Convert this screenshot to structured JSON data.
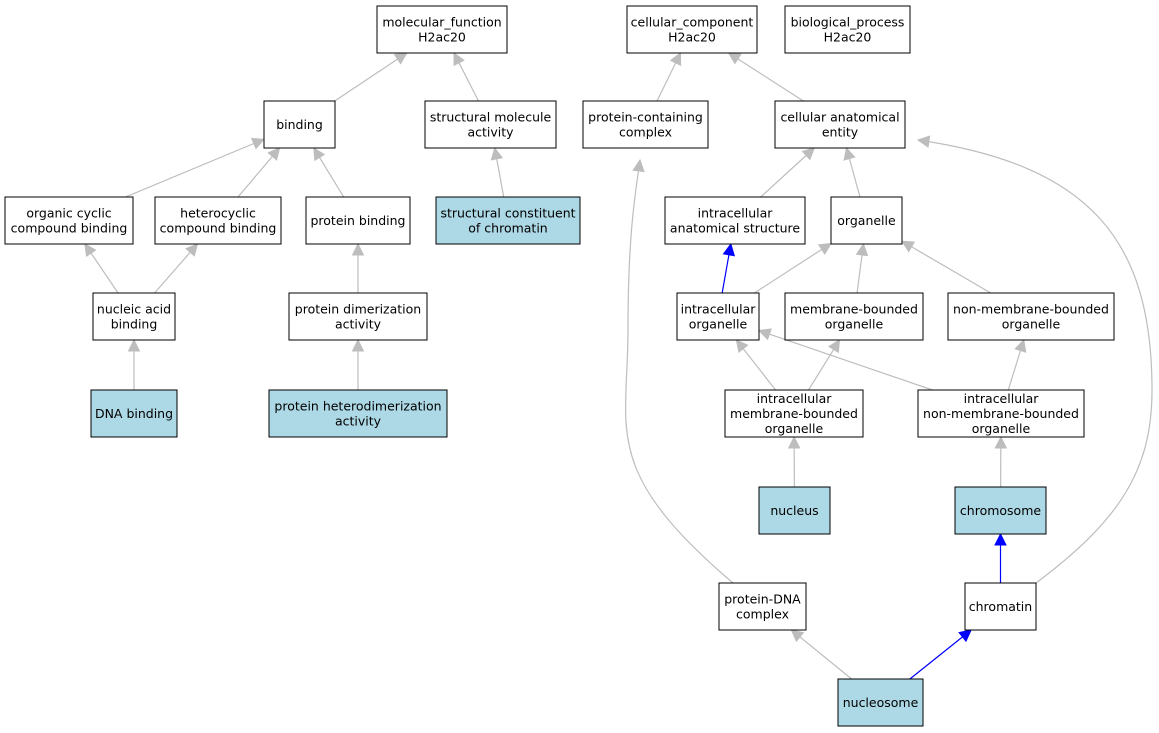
{
  "colors": {
    "background": "#ffffff",
    "node_fill": "#ffffff",
    "highlight_fill": "#add8e6",
    "edge_gray": "#bdbdbd",
    "edge_blue": "#0000ff",
    "border": "#000000"
  },
  "nodes": {
    "molecular_function": {
      "lines": [
        "molecular_function",
        "H2ac20"
      ],
      "highlight": false
    },
    "cellular_component": {
      "lines": [
        "cellular_component",
        "H2ac20"
      ],
      "highlight": false
    },
    "biological_process": {
      "lines": [
        "biological_process",
        "H2ac20"
      ],
      "highlight": false
    },
    "binding": {
      "lines": [
        "binding"
      ],
      "highlight": false
    },
    "structural_molecule_activity": {
      "lines": [
        "structural molecule",
        "activity"
      ],
      "highlight": false
    },
    "protein_containing_complex": {
      "lines": [
        "protein-containing",
        "complex"
      ],
      "highlight": false
    },
    "cellular_anatomical_entity": {
      "lines": [
        "cellular anatomical",
        "entity"
      ],
      "highlight": false
    },
    "organic_cyclic_compound_binding": {
      "lines": [
        "organic cyclic",
        "compound binding"
      ],
      "highlight": false
    },
    "heterocyclic_compound_binding": {
      "lines": [
        "heterocyclic",
        "compound binding"
      ],
      "highlight": false
    },
    "protein_binding": {
      "lines": [
        "protein binding"
      ],
      "highlight": false
    },
    "structural_constituent_of_chromatin": {
      "lines": [
        "structural constituent",
        "of chromatin"
      ],
      "highlight": true
    },
    "intracellular_anatomical_structure": {
      "lines": [
        "intracellular",
        "anatomical structure"
      ],
      "highlight": false
    },
    "organelle": {
      "lines": [
        "organelle"
      ],
      "highlight": false
    },
    "nucleic_acid_binding": {
      "lines": [
        "nucleic acid",
        "binding"
      ],
      "highlight": false
    },
    "protein_dimerization_activity": {
      "lines": [
        "protein dimerization",
        "activity"
      ],
      "highlight": false
    },
    "intracellular_organelle": {
      "lines": [
        "intracellular",
        "organelle"
      ],
      "highlight": false
    },
    "membrane_bounded_organelle": {
      "lines": [
        "membrane-bounded",
        "organelle"
      ],
      "highlight": false
    },
    "non_membrane_bounded_organelle": {
      "lines": [
        "non-membrane-bounded",
        "organelle"
      ],
      "highlight": false
    },
    "dna_binding": {
      "lines": [
        "DNA binding"
      ],
      "highlight": true
    },
    "protein_heterodimerization_activity": {
      "lines": [
        "protein heterodimerization",
        "activity"
      ],
      "highlight": true
    },
    "intracellular_membrane_bounded_organelle": {
      "lines": [
        "intracellular",
        "membrane-bounded",
        "organelle"
      ],
      "highlight": false
    },
    "intracellular_non_membrane_bounded_organelle": {
      "lines": [
        "intracellular",
        "non-membrane-bounded",
        "organelle"
      ],
      "highlight": false
    },
    "nucleus": {
      "lines": [
        "nucleus"
      ],
      "highlight": true
    },
    "chromosome": {
      "lines": [
        "chromosome"
      ],
      "highlight": true
    },
    "protein_dna_complex": {
      "lines": [
        "protein-DNA",
        "complex"
      ],
      "highlight": false
    },
    "chromatin": {
      "lines": [
        "chromatin"
      ],
      "highlight": false
    },
    "nucleosome": {
      "lines": [
        "nucleosome"
      ],
      "highlight": true
    }
  },
  "edges": [
    {
      "from": "binding",
      "to": "molecular_function",
      "color": "gray"
    },
    {
      "from": "structural_molecule_activity",
      "to": "molecular_function",
      "color": "gray"
    },
    {
      "from": "protein_containing_complex",
      "to": "cellular_component",
      "color": "gray"
    },
    {
      "from": "cellular_anatomical_entity",
      "to": "cellular_component",
      "color": "gray"
    },
    {
      "from": "organic_cyclic_compound_binding",
      "to": "binding",
      "color": "gray"
    },
    {
      "from": "heterocyclic_compound_binding",
      "to": "binding",
      "color": "gray"
    },
    {
      "from": "protein_binding",
      "to": "binding",
      "color": "gray"
    },
    {
      "from": "structural_constituent_of_chromatin",
      "to": "structural_molecule_activity",
      "color": "gray"
    },
    {
      "from": "intracellular_anatomical_structure",
      "to": "cellular_anatomical_entity",
      "color": "gray"
    },
    {
      "from": "organelle",
      "to": "cellular_anatomical_entity",
      "color": "gray"
    },
    {
      "from": "chromatin",
      "to": "cellular_anatomical_entity",
      "color": "gray"
    },
    {
      "from": "nucleic_acid_binding",
      "to": "organic_cyclic_compound_binding",
      "color": "gray"
    },
    {
      "from": "nucleic_acid_binding",
      "to": "heterocyclic_compound_binding",
      "color": "gray"
    },
    {
      "from": "protein_dimerization_activity",
      "to": "protein_binding",
      "color": "gray"
    },
    {
      "from": "intracellular_organelle",
      "to": "intracellular_anatomical_structure",
      "color": "blue"
    },
    {
      "from": "intracellular_organelle",
      "to": "organelle",
      "color": "gray"
    },
    {
      "from": "membrane_bounded_organelle",
      "to": "organelle",
      "color": "gray"
    },
    {
      "from": "non_membrane_bounded_organelle",
      "to": "organelle",
      "color": "gray"
    },
    {
      "from": "dna_binding",
      "to": "nucleic_acid_binding",
      "color": "gray"
    },
    {
      "from": "protein_heterodimerization_activity",
      "to": "protein_dimerization_activity",
      "color": "gray"
    },
    {
      "from": "intracellular_membrane_bounded_organelle",
      "to": "intracellular_organelle",
      "color": "gray"
    },
    {
      "from": "intracellular_membrane_bounded_organelle",
      "to": "membrane_bounded_organelle",
      "color": "gray"
    },
    {
      "from": "intracellular_non_membrane_bounded_organelle",
      "to": "intracellular_organelle",
      "color": "gray"
    },
    {
      "from": "intracellular_non_membrane_bounded_organelle",
      "to": "non_membrane_bounded_organelle",
      "color": "gray"
    },
    {
      "from": "nucleus",
      "to": "intracellular_membrane_bounded_organelle",
      "color": "gray"
    },
    {
      "from": "chromosome",
      "to": "intracellular_non_membrane_bounded_organelle",
      "color": "gray"
    },
    {
      "from": "chromatin",
      "to": "chromosome",
      "color": "blue"
    },
    {
      "from": "protein_dna_complex",
      "to": "protein_containing_complex",
      "color": "gray"
    },
    {
      "from": "nucleosome",
      "to": "protein_dna_complex",
      "color": "gray"
    },
    {
      "from": "nucleosome",
      "to": "chromatin",
      "color": "blue"
    }
  ]
}
